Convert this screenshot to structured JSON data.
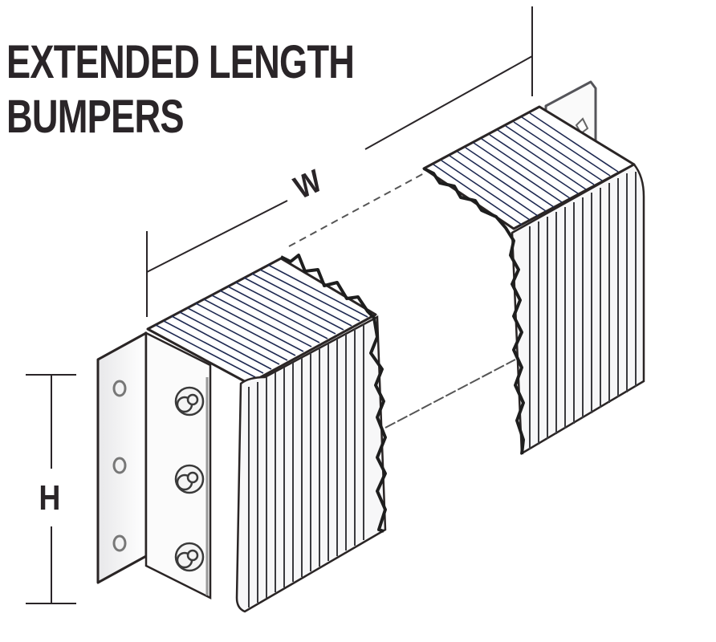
{
  "title": {
    "line1": "EXTENDED LENGTH",
    "line2": "BUMPERS"
  },
  "dimensions": {
    "width_label": "W",
    "height_label": "H"
  },
  "illustration": {
    "subject": "laminated dock bumper with steel angle mounting brackets, shown broken to indicate extended length",
    "bolts_visible": 3,
    "mounting_holes_visible": 3
  },
  "colors": {
    "ink": "#2a2525",
    "line_blue": "#1f2a52",
    "shade": "#9a9a9e",
    "background": "#ffffff"
  }
}
